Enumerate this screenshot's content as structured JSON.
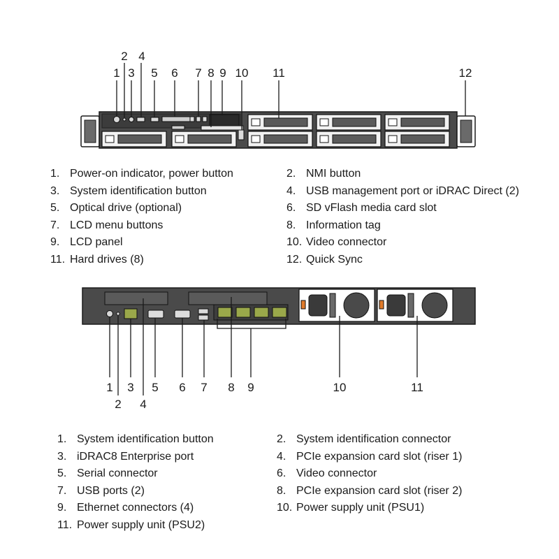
{
  "front_panel": {
    "callouts": [
      "1",
      "2",
      "3",
      "4",
      "5",
      "6",
      "7",
      "8",
      "9",
      "10",
      "11",
      "12"
    ],
    "legend": [
      {
        "num": "1.",
        "text": "Power-on indicator, power button"
      },
      {
        "num": "2.",
        "text": "NMI button"
      },
      {
        "num": "3.",
        "text": "System identification button"
      },
      {
        "num": "4.",
        "text": "USB management port or iDRAC Direct (2)"
      },
      {
        "num": "5.",
        "text": "Optical drive (optional)"
      },
      {
        "num": "6.",
        "text": "SD vFlash media card slot"
      },
      {
        "num": "7.",
        "text": "LCD menu buttons"
      },
      {
        "num": "8.",
        "text": "Information tag"
      },
      {
        "num": "9.",
        "text": "LCD panel"
      },
      {
        "num": "10.",
        "text": "Video connector"
      },
      {
        "num": "11.",
        "text": "Hard drives (8)"
      },
      {
        "num": "12.",
        "text": "Quick Sync"
      }
    ]
  },
  "back_panel": {
    "callouts": [
      "1",
      "2",
      "3",
      "4",
      "5",
      "6",
      "7",
      "8",
      "9",
      "10",
      "11"
    ],
    "legend": [
      {
        "num": "1.",
        "text": "System identification button"
      },
      {
        "num": "2.",
        "text": "System identification connector"
      },
      {
        "num": "3.",
        "text": "iDRAC8 Enterprise port"
      },
      {
        "num": "4.",
        "text": "PCIe expansion card slot (riser 1)"
      },
      {
        "num": "5.",
        "text": "Serial connector"
      },
      {
        "num": "6.",
        "text": "Video connector"
      },
      {
        "num": "7.",
        "text": "USB ports (2)"
      },
      {
        "num": "8.",
        "text": "PCIe expansion card slot (riser 2)"
      },
      {
        "num": "9.",
        "text": "Ethernet connectors (4)"
      },
      {
        "num": "10.",
        "text": "Power supply unit (PSU1)"
      },
      {
        "num": "11.",
        "text": "Power supply unit (PSU2)"
      }
    ]
  },
  "colors": {
    "chassis": "#4a4a4a",
    "chassis_dark": "#2e2e2e",
    "port_green": "#9aa84a",
    "psu_orange": "#e07a2a",
    "line": "#1a1a1a"
  }
}
